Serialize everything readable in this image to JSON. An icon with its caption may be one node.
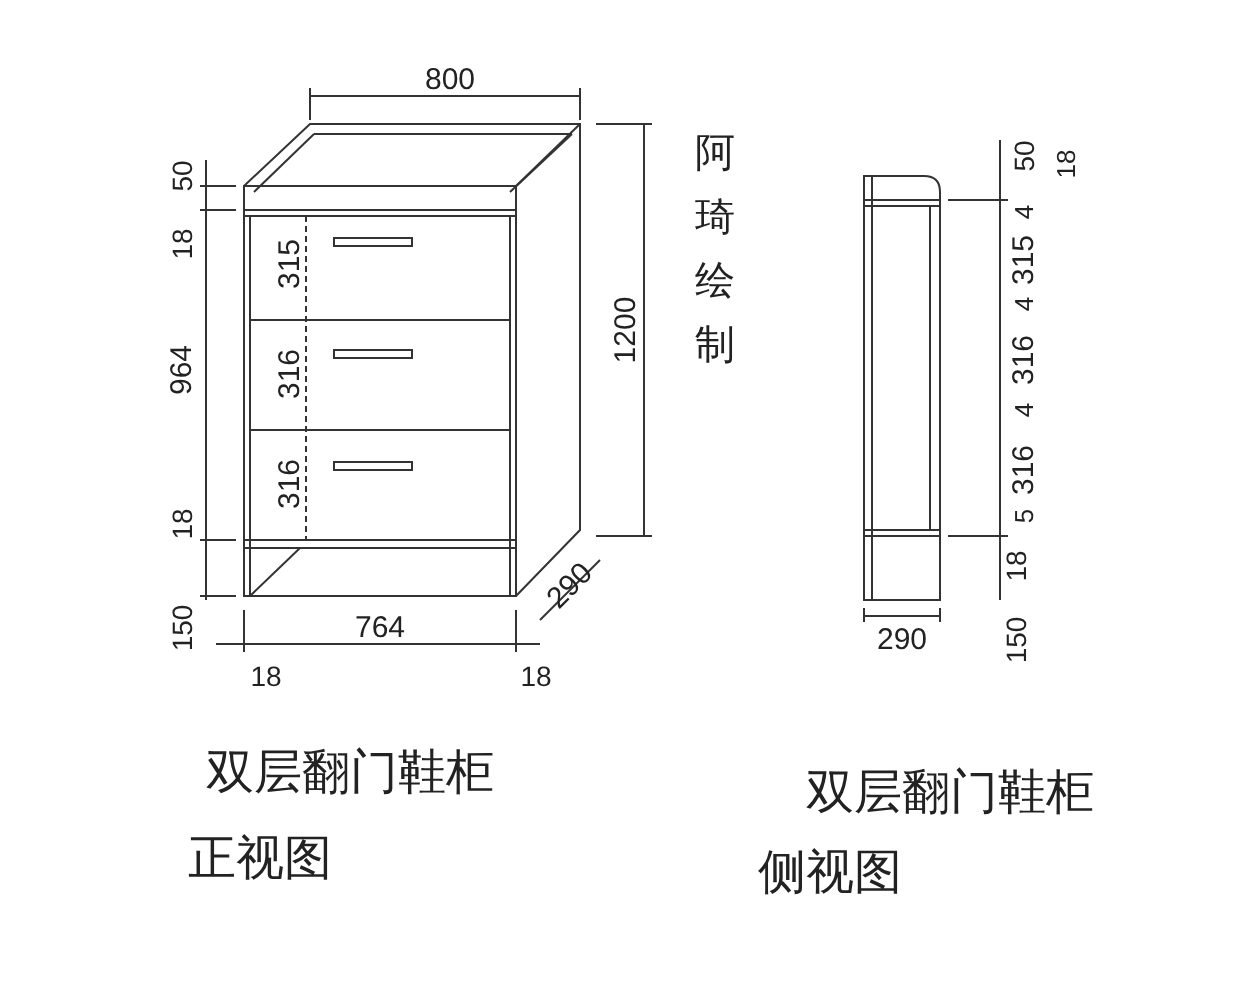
{
  "diagram": {
    "labels": [
      "800",
      "50",
      "18",
      "315",
      "964",
      "316",
      "316",
      "18",
      "150",
      "764",
      "18",
      "18",
      "1200",
      "290",
      "阿琦绘制",
      "50",
      "18",
      "4",
      "315",
      "4",
      "316",
      "4",
      "316",
      "5",
      "18",
      "150",
      "290",
      "双层翻门鞋柜",
      "正视图",
      "双层翻门鞋柜",
      "侧视图"
    ]
  }
}
